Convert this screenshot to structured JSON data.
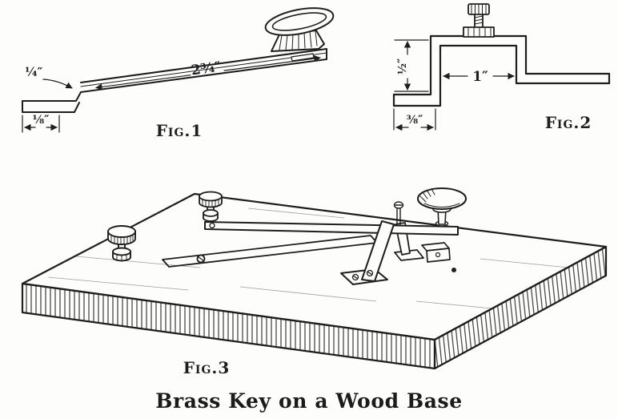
{
  "caption": "Brass Key on a Wood Base",
  "ink_color": "#1e1e1e",
  "paper_color": "#fdfdfc",
  "fig1": {
    "label": "Fig.1",
    "dims": {
      "thickness": "¼″",
      "length": "2¾″",
      "offset": "⅛″"
    }
  },
  "fig2": {
    "label": "Fig.2",
    "dims": {
      "height": "½″",
      "width": "1″",
      "foot": "⅜″"
    }
  },
  "fig3": {
    "label": "Fig.3"
  }
}
